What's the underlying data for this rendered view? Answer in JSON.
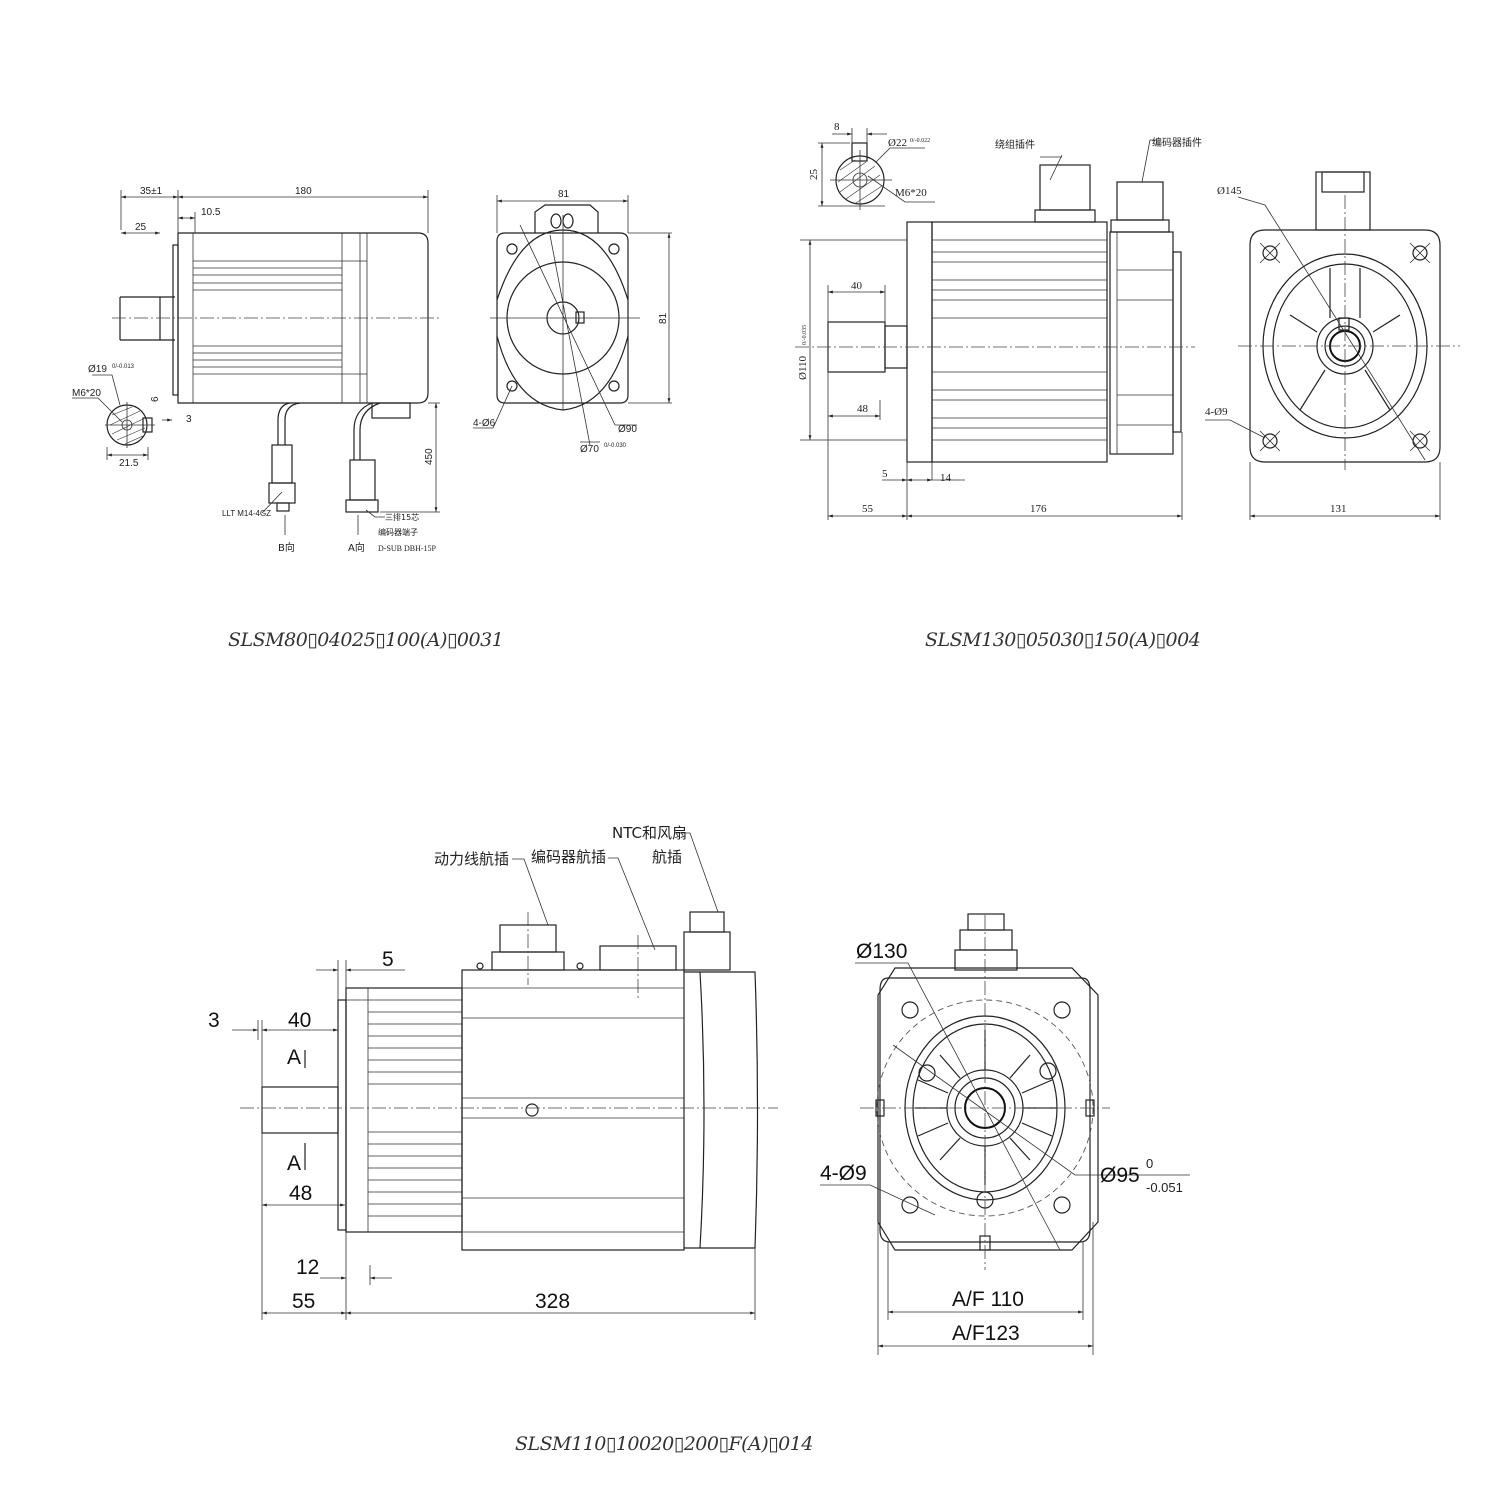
{
  "drawings": [
    {
      "caption": "SLSM80▯04025▯100(A)▯0031",
      "dims": {
        "overall_shaft": "35±1",
        "body_length": "180",
        "flange_offset": "10.5",
        "shaft_key": "25",
        "shaft_dia": "Ø19",
        "shaft_tol": "0/-0.013",
        "thread": "M6*20",
        "key_width": "6",
        "flange_thk": "3",
        "key_height": "21.5",
        "cable_length": "450",
        "front_width": "81",
        "front_height": "81",
        "holes": "4-Ø6",
        "pcd": "Ø90",
        "spigot": "Ø70",
        "spigot_tol": "0/-0.030"
      },
      "labels": {
        "power_connector": "LLT M14-4GZ",
        "view_b": "B向",
        "view_a": "A向",
        "encoder_line1": "三排15芯",
        "encoder_line2": "编码器端子",
        "encoder_line3": "D-SUB DBH-15P"
      }
    },
    {
      "caption": "SLSM130▯05030▯150(A)▯004",
      "dims": {
        "key_width": "8",
        "shaft_dia": "Ø22",
        "shaft_tol": "0/-0.022",
        "key_height": "25",
        "thread": "M6*20",
        "pcd": "Ø145",
        "spigot": "Ø110",
        "spigot_tol": "0/-0.035",
        "key_length": "40",
        "shaft_len": "48",
        "spigot_len": "5",
        "flange_thk": "14",
        "shaft_total": "55",
        "body_length": "176",
        "holes": "4-Ø9",
        "front_width": "131"
      },
      "labels": {
        "winding_connector": "绕组插件",
        "encoder_connector": "编码器插件"
      }
    },
    {
      "caption": "SLSM110▯10020▯200▯F(A)▯014",
      "dims": {
        "spigot_len": "5",
        "shoulder": "3",
        "key_length": "40",
        "section_a_top": "A",
        "section_a_bottom": "A",
        "shaft_len": "48",
        "flange_thk": "12",
        "shaft_total": "55",
        "body_length": "328",
        "pcd": "Ø130",
        "holes": "4-Ø9",
        "spigot": "Ø95",
        "spigot_tol_upper": "0",
        "spigot_tol_lower": "-0.051",
        "af_inner": "A/F 110",
        "af_outer": "A/F123"
      },
      "labels": {
        "power_connector": "动力线航插",
        "encoder_connector": "编码器航插",
        "ntc_fan_line1": "NTC和风扇",
        "ntc_fan_line2": "航插"
      }
    }
  ]
}
